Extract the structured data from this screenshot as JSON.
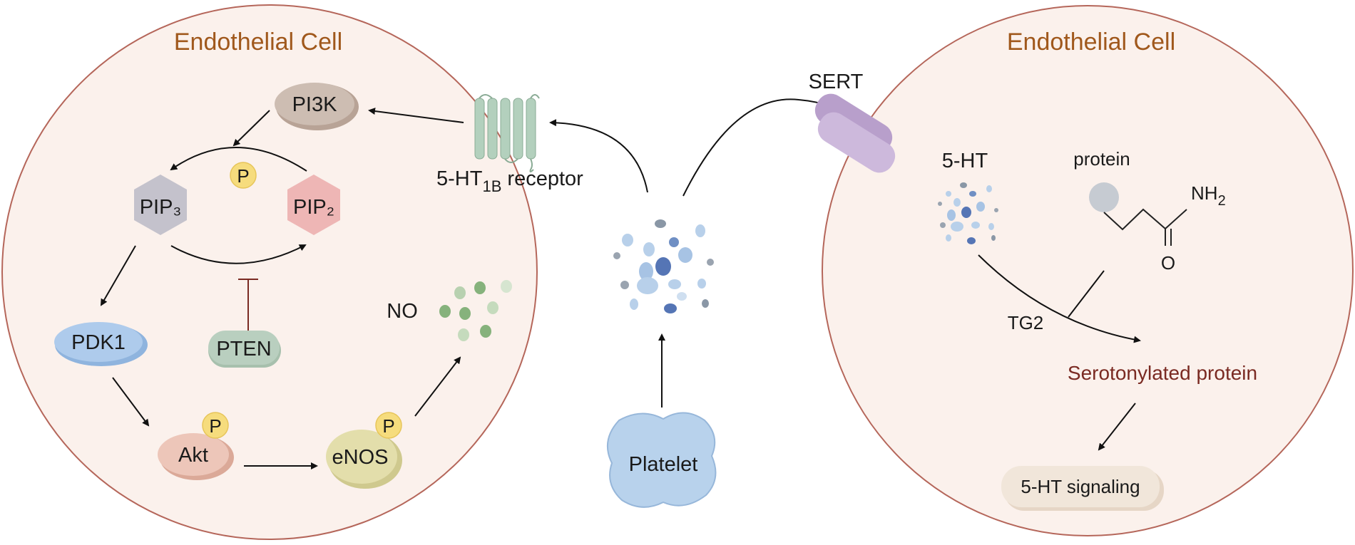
{
  "colors": {
    "cell_fill": "#fbf1ec",
    "cell_stroke": "#b5665a",
    "cell_title": "#a0581c",
    "serotonylated": "#7a2a22",
    "pi3k": "#c9b8ad",
    "pip3": "#c9c7d0",
    "pip2": "#eeb6b5",
    "pdk1": "#a9c8ea",
    "pten": "#b6cdbc",
    "akt": "#ecc3b6",
    "enos": "#e3deab",
    "phospho": "#f6dc7d",
    "receptor": "#b3d0bd",
    "sert": "#cdb9dc",
    "platelet": "#b8d2ec",
    "signaling": "#f1e6da"
  },
  "left_cell": {
    "title": "Endothelial Cell",
    "pi3k": "PI3K",
    "pip3": "PIP₃",
    "pip2": "PIP₂",
    "phospho_p": "P",
    "pdk1": "PDK1",
    "pten": "PTEN",
    "akt": "Akt",
    "akt_p": "P",
    "enos": "eNOS",
    "enos_p": "P",
    "no": "NO"
  },
  "receptor": {
    "prefix": "5-HT",
    "subscript": "1B",
    "suffix": " receptor"
  },
  "platelet": {
    "label": "Platelet"
  },
  "right_cell": {
    "title": "Endothelial Cell",
    "sert": "SERT",
    "five_ht": "5-HT",
    "protein": "protein",
    "nh": "NH",
    "nh_sub": "2",
    "o": "O",
    "tg2": "TG2",
    "serotonylated": "Serotonylated protein",
    "signaling": "5-HT signaling"
  }
}
